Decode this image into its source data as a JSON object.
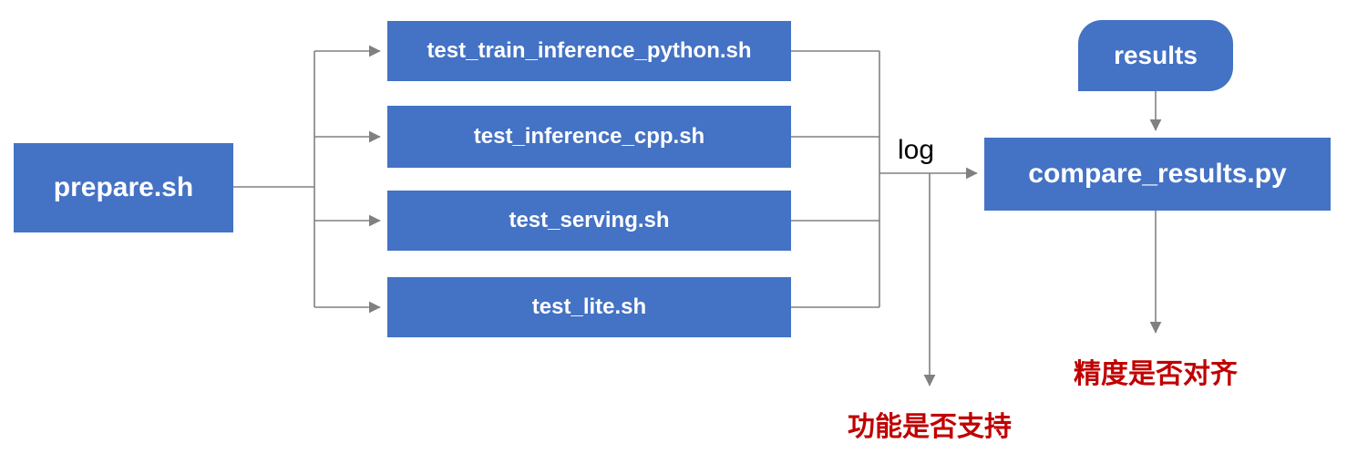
{
  "diagram": {
    "title": "test pipeline flowchart",
    "colors": {
      "node_fill": "#4472C4",
      "node_text": "#FFFFFF",
      "connector": "#808080",
      "highlight_text": "#C00000",
      "log_text": "#000000"
    },
    "nodes": {
      "prepare": {
        "label": "prepare.sh",
        "shape": "rectangle"
      },
      "test_train_inference_python": {
        "label": "test_train_inference_python.sh",
        "shape": "rectangle"
      },
      "test_inference_cpp": {
        "label": "test_inference_cpp.sh",
        "shape": "rectangle"
      },
      "test_serving": {
        "label": "test_serving.sh",
        "shape": "rectangle"
      },
      "test_lite": {
        "label": "test_lite.sh",
        "shape": "rectangle"
      },
      "results": {
        "label": "results",
        "shape": "rounded-rectangle"
      },
      "compare_results": {
        "label": "compare_results.py",
        "shape": "rectangle"
      }
    },
    "labels": {
      "log": "log",
      "function_support": "功能是否支持",
      "precision_aligned": "精度是否对齐"
    },
    "edges": [
      {
        "from": "prepare",
        "to": "test_train_inference_python"
      },
      {
        "from": "prepare",
        "to": "test_inference_cpp"
      },
      {
        "from": "prepare",
        "to": "test_serving"
      },
      {
        "from": "prepare",
        "to": "test_lite"
      },
      {
        "from": "tests",
        "to": "compare_results",
        "label": "log"
      },
      {
        "from": "log_junction",
        "to": "function_support"
      },
      {
        "from": "results",
        "to": "compare_results"
      },
      {
        "from": "compare_results",
        "to": "precision_aligned"
      }
    ]
  }
}
